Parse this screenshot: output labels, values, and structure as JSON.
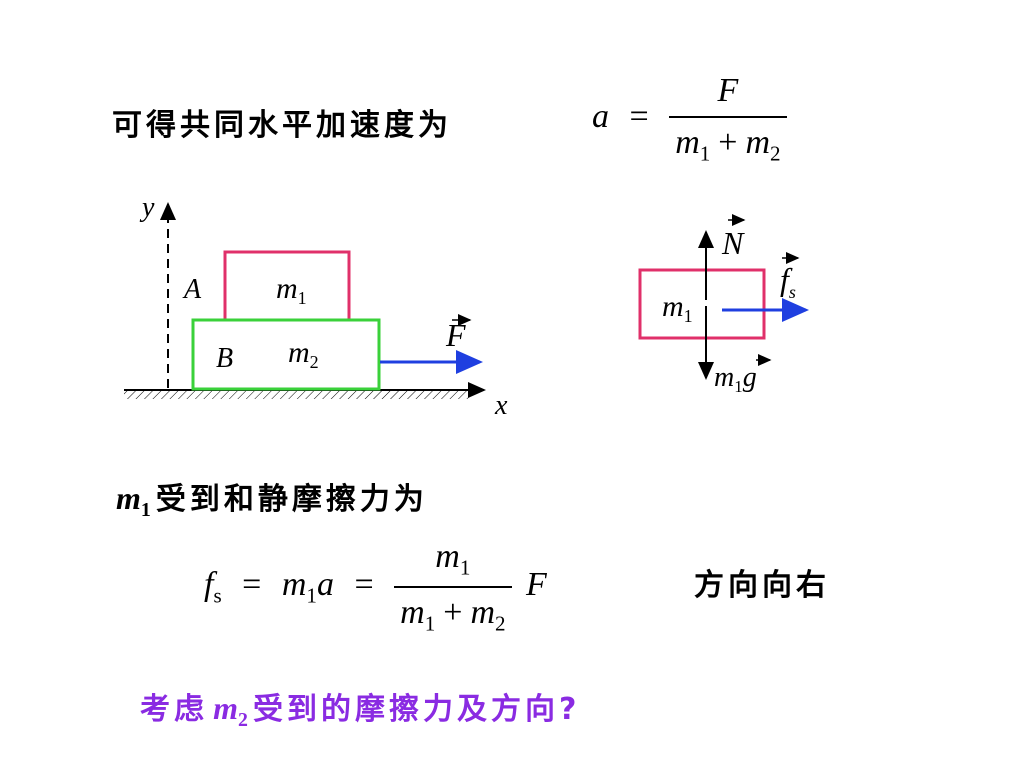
{
  "line1": {
    "text": "可得共同水平加速度为"
  },
  "eq_a": {
    "lhs": "a",
    "eq": "=",
    "numerator": "F",
    "den_m": "m",
    "den_sub1": "1",
    "den_plus": "+",
    "den_sub2": "2"
  },
  "diagram_left": {
    "axis_y": "y",
    "axis_x": "x",
    "block_a_letter": "A",
    "block_a_mass": "m",
    "block_a_sub": "1",
    "block_b_letter": "B",
    "block_b_mass": "m",
    "block_b_sub": "2",
    "force_label": "F",
    "colors": {
      "block_a": "#e0306a",
      "block_b": "#3ad13a",
      "force_arrow": "#1f3fe0",
      "lines": "#000000"
    }
  },
  "diagram_right": {
    "normal_label": "N",
    "mass_label": "m",
    "mass_sub": "1",
    "friction_label": "f",
    "friction_sub": "s",
    "weight_m": "m",
    "weight_sub": "1",
    "weight_g": "g",
    "colors": {
      "block": "#e0306a",
      "friction_arrow": "#1f3fe0",
      "lines": "#000000"
    }
  },
  "line2": {
    "m": "m",
    "sub": "1",
    "text": "受到和静摩擦力为"
  },
  "eq_f": {
    "f": "f",
    "f_sub": "s",
    "eq1": "=",
    "m": "m",
    "m_sub": "1",
    "a": "a",
    "eq2": "=",
    "num_m": "m",
    "num_sub": "1",
    "den_m1": "m",
    "den_sub1": "1",
    "den_plus": "+",
    "den_m2": "m",
    "den_sub2": "2",
    "F": "F"
  },
  "direction": {
    "text": "方向向右"
  },
  "question": {
    "prefix": "考虑",
    "m": "m",
    "sub": "2",
    "suffix": "受到的摩擦力及方向?",
    "color": "#8a2be2"
  }
}
